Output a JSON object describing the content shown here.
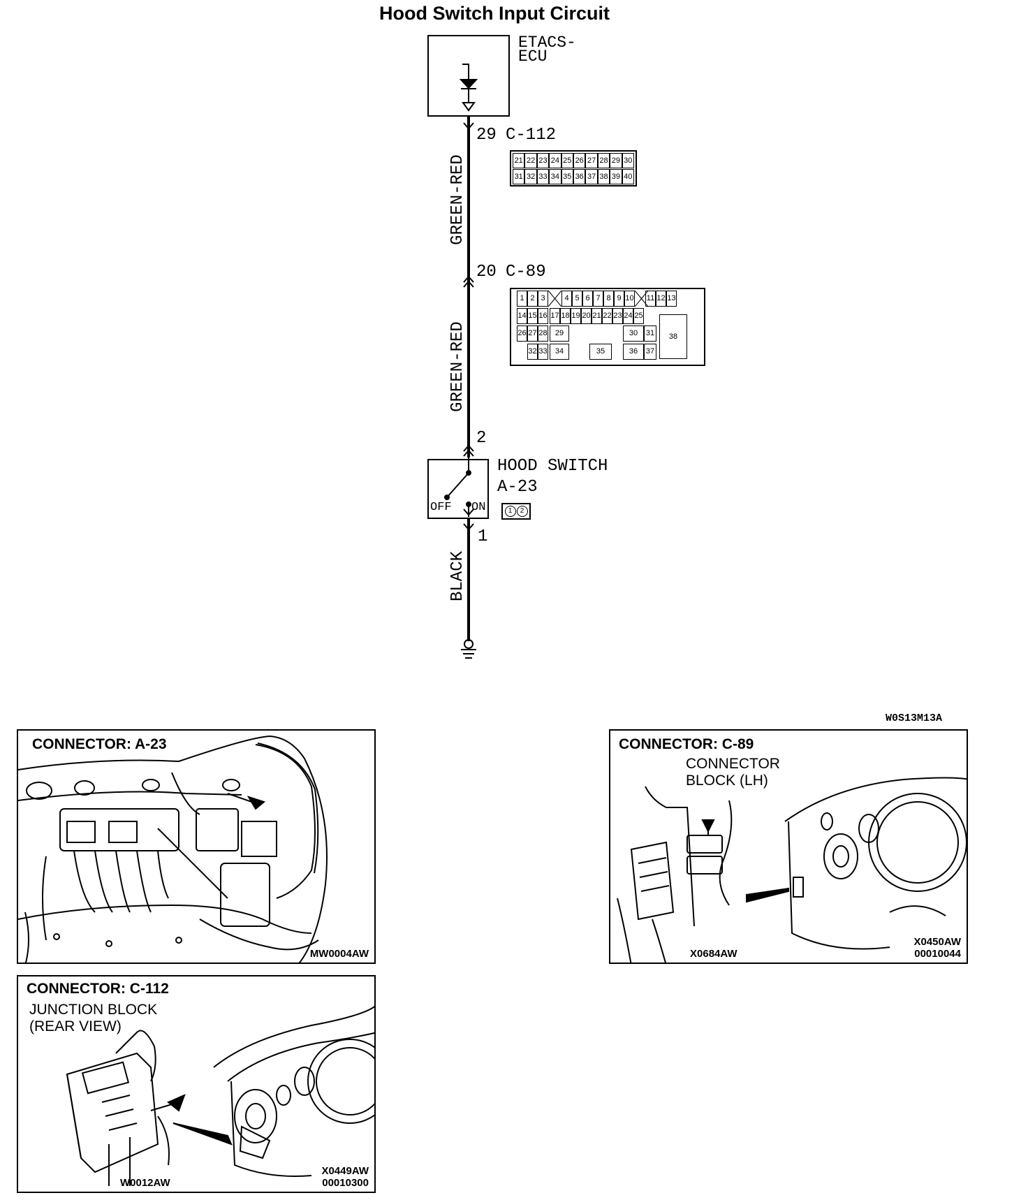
{
  "diagram": {
    "title": "Hood Switch Input Circuit",
    "ecu": {
      "name_line1": "ETACS-",
      "name_line2": "ECU"
    },
    "wires": [
      {
        "id": "w1",
        "color": "GREEN-RED"
      },
      {
        "id": "w2",
        "color": "GREEN-RED"
      },
      {
        "id": "w3",
        "color": "BLACK"
      }
    ],
    "connectors": {
      "c112": {
        "pin": "29",
        "name": "C-112",
        "row1": [
          "21",
          "22",
          "23",
          "24",
          "25",
          "26",
          "27",
          "28",
          "29",
          "30"
        ],
        "row2": [
          "31",
          "32",
          "33",
          "34",
          "35",
          "36",
          "37",
          "38",
          "39",
          "40"
        ]
      },
      "c89": {
        "pin": "20",
        "name": "C-89",
        "row1": [
          "1",
          "2",
          "3",
          "4",
          "5",
          "6",
          "7",
          "8",
          "9",
          "10",
          "11",
          "12",
          "13"
        ],
        "row2": [
          "14",
          "15",
          "16",
          "17",
          "18",
          "19",
          "20",
          "21",
          "22",
          "23",
          "24",
          "25"
        ],
        "row3": [
          "26",
          "27",
          "28",
          "29",
          "30",
          "31",
          "38"
        ],
        "row4": [
          "32",
          "33",
          "34",
          "35",
          "36",
          "37"
        ]
      },
      "hood_top_pin": "2",
      "hood_bottom_pin": "1"
    },
    "hood_switch": {
      "name": "HOOD SWITCH",
      "connector": "A-23",
      "off": "OFF",
      "on": "ON",
      "pins": [
        "1",
        "2"
      ]
    },
    "diagram_code": "W0S13M13A"
  },
  "panels": {
    "a23": {
      "title": "CONNECTOR: A-23",
      "code1": "MW0004AW"
    },
    "c89": {
      "title": "CONNECTOR: C-89",
      "sub": "CONNECTOR\nBLOCK (LH)",
      "code_left": "X0684AW",
      "code_right1": "X0450AW",
      "code_right2": "00010044"
    },
    "c112": {
      "title": "CONNECTOR: C-112",
      "sub": "JUNCTION BLOCK\n(REAR VIEW)",
      "code_left": "W0012AW",
      "code_right1": "X0449AW",
      "code_right2": "00010300"
    }
  }
}
